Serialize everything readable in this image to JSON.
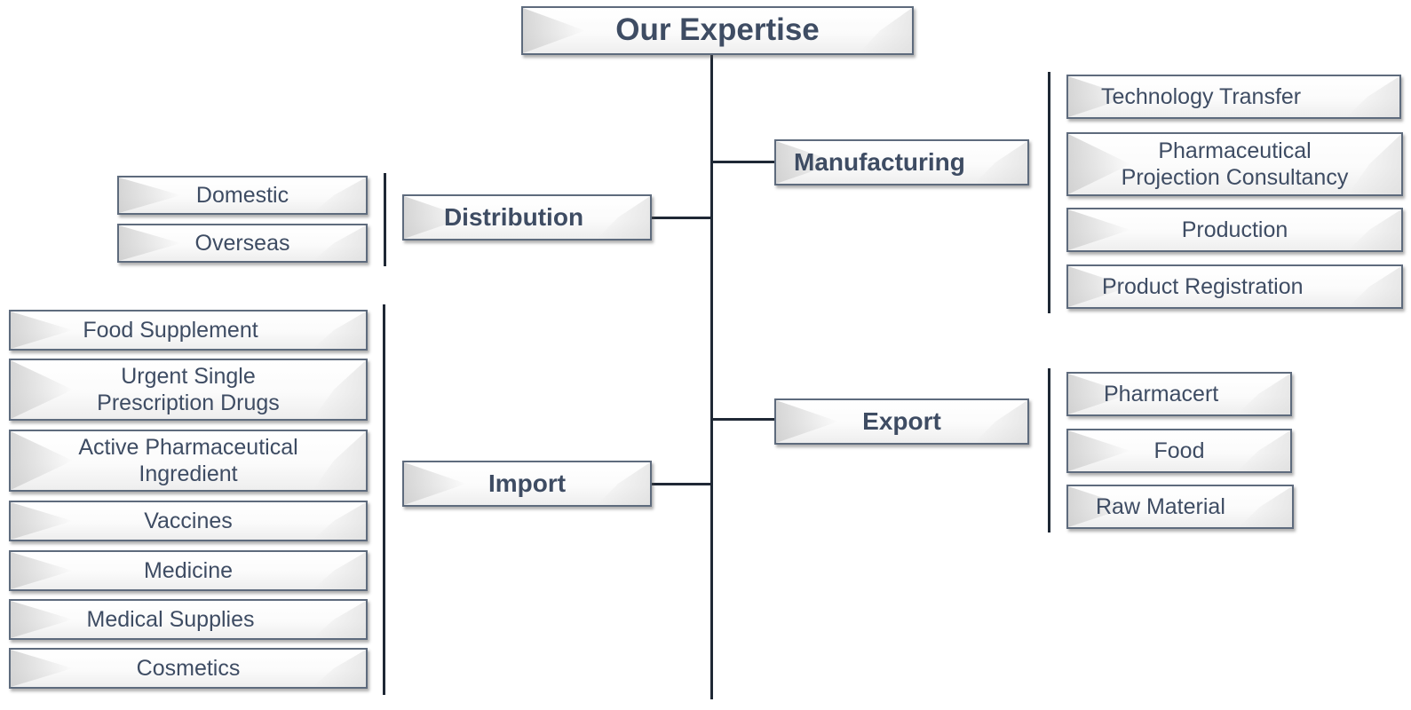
{
  "title": "Our Expertise",
  "categories": {
    "distribution": {
      "label": "Distribution",
      "items": [
        "Domestic",
        "Overseas"
      ]
    },
    "import": {
      "label": "Import",
      "items": [
        "Food Supplement",
        "Urgent Single Prescription Drugs",
        "Active Pharmaceutical Ingredient",
        "Vaccines",
        "Medicine",
        "Medical Supplies",
        "Cosmetics"
      ]
    },
    "manufacturing": {
      "label": "Manufacturing",
      "items": [
        "Technology Transfer",
        "Pharmaceutical Projection Consultancy",
        "Production",
        "Product Registration"
      ]
    },
    "export": {
      "label": "Export",
      "items": [
        "Pharmacert",
        "Food",
        "Raw Material"
      ]
    }
  },
  "colors": {
    "text": "#3e4c63",
    "border": "#5e6b7d",
    "connector": "#1f2835"
  }
}
